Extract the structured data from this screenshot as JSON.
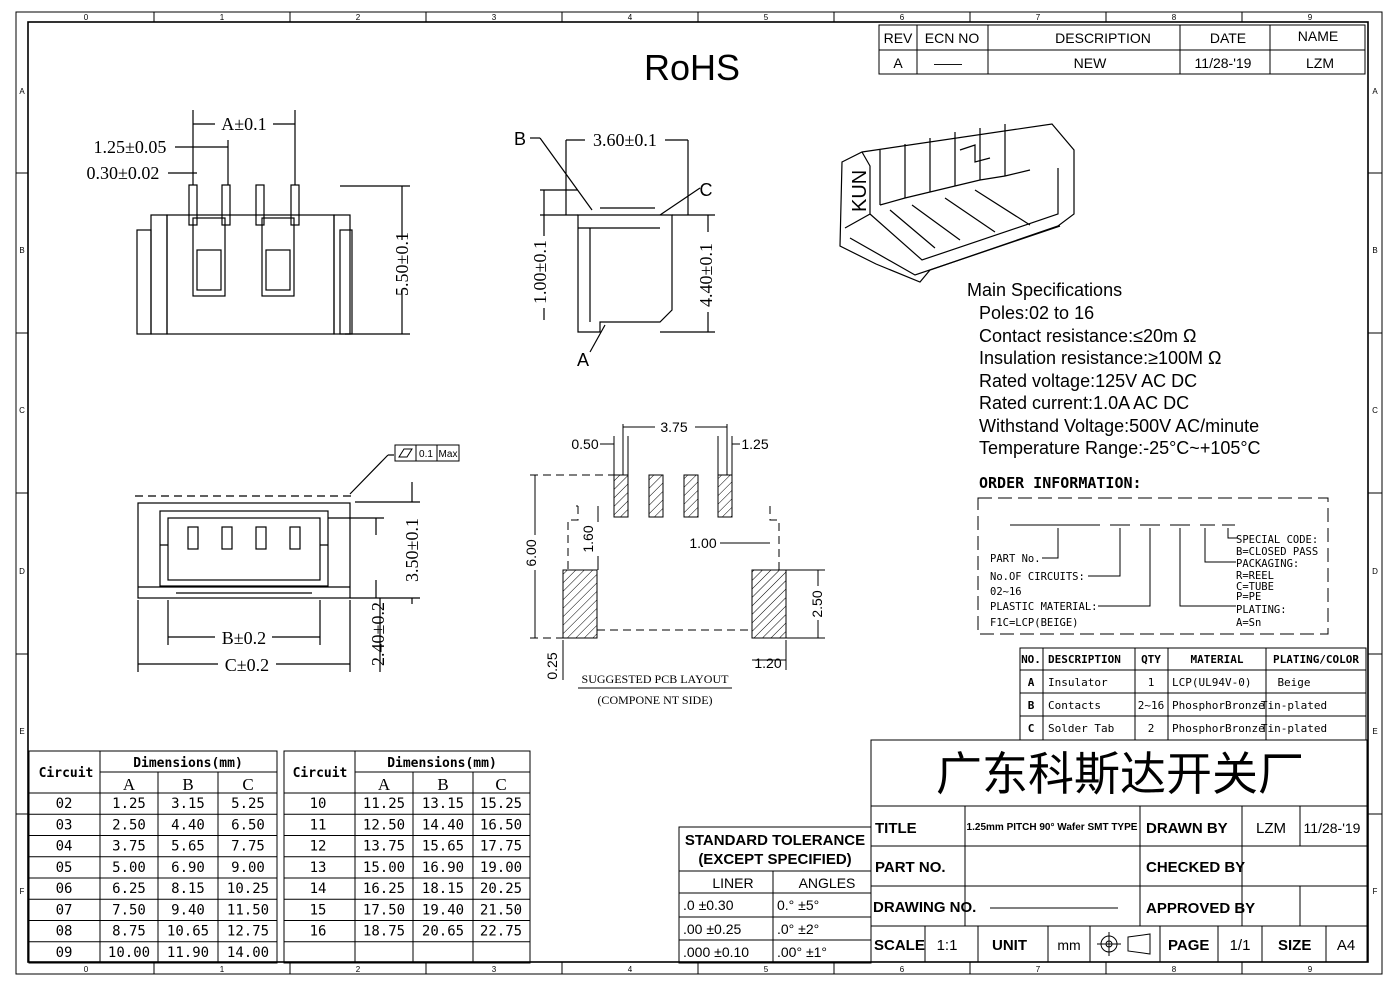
{
  "frame": {
    "col_marks": [
      "0",
      "1",
      "2",
      "3",
      "4",
      "5",
      "6",
      "7",
      "8",
      "9"
    ],
    "row_marks": [
      "A",
      "B",
      "C",
      "D",
      "E",
      "F"
    ]
  },
  "heading": "RoHS",
  "revision": {
    "headers": [
      "REV",
      "ECN NO",
      "DESCRIPTION",
      "DATE",
      "NAME"
    ],
    "row": [
      "A",
      "——",
      "NEW",
      "11/28-'19",
      "LZM"
    ]
  },
  "dims": {
    "top_a": "A±0.1",
    "top_pitch": "1.25±0.05",
    "top_width": "0.30±0.02",
    "top_height": "5.50±0.1",
    "side_b": "B",
    "side_c": "C",
    "side_a": "A",
    "side_width": "3.60±0.1",
    "side_left": "1.00±0.1",
    "side_right": "4.40±0.1",
    "flat_sym": "0.1",
    "flat_max": "Max",
    "front_h1": "3.50±0.1",
    "front_h2": "2.40±0.2",
    "front_b": "B±0.2",
    "front_c": "C±0.2",
    "pcb_375": "3.75",
    "pcb_050": "0.50",
    "pcb_125": "1.25",
    "pcb_600": "6.00",
    "pcb_160": "1.60",
    "pcb_100": "1.00",
    "pcb_250": "2.50",
    "pcb_025": "0.25",
    "pcb_120": "1.20",
    "pcb_caption1": "SUGGESTED PCB LAYOUT",
    "pcb_caption2": "(COMPONE NT SIDE)"
  },
  "iso_brand": "KUN",
  "specs": {
    "title": "Main Specifications",
    "lines": [
      "Poles:02 to 16",
      "Contact resistance:≤20m Ω",
      "Insulation resistance:≥100M Ω",
      "Rated voltage:125V AC DC",
      "Rated current:1.0A AC DC",
      "Withstand Voltage:500V AC/minute",
      "Temperature Range:-25°C~+105°C"
    ]
  },
  "order": {
    "title": "ORDER INFORMATION:",
    "left": [
      "PART No.",
      "No.OF CIRCUITS:",
      "02~16",
      "PLASTIC MATERIAL:",
      "F1C=LCP(BEIGE)"
    ],
    "right": [
      "SPECIAL CODE:",
      "B=CLOSED PASS",
      "PACKAGING:",
      "R=REEL",
      "C=TUBE",
      "P=PE",
      "PLATING:",
      "A=Sn"
    ]
  },
  "materials": {
    "headers": [
      "NO.",
      "DESCRIPTION",
      "QTY",
      "MATERIAL",
      "PLATING/COLOR"
    ],
    "rows": [
      [
        "A",
        "Insulator",
        "1",
        "LCP(UL94V-0)",
        "Beige"
      ],
      [
        "B",
        "Contacts",
        "2~16",
        "PhosphorBronze",
        "Tin-plated"
      ],
      [
        "C",
        "Solder Tab",
        "2",
        "PhosphorBronze",
        "Tin-plated"
      ]
    ]
  },
  "dim_table": {
    "circuit_label": "Circuit",
    "dim_label": "Dimensions(mm)",
    "cols": [
      "A",
      "B",
      "C"
    ],
    "left": [
      [
        "02",
        "1.25",
        "3.15",
        "5.25"
      ],
      [
        "03",
        "2.50",
        "4.40",
        "6.50"
      ],
      [
        "04",
        "3.75",
        "5.65",
        "7.75"
      ],
      [
        "05",
        "5.00",
        "6.90",
        "9.00"
      ],
      [
        "06",
        "6.25",
        "8.15",
        "10.25"
      ],
      [
        "07",
        "7.50",
        "9.40",
        "11.50"
      ],
      [
        "08",
        "8.75",
        "10.65",
        "12.75"
      ],
      [
        "09",
        "10.00",
        "11.90",
        "14.00"
      ]
    ],
    "right": [
      [
        "10",
        "11.25",
        "13.15",
        "15.25"
      ],
      [
        "11",
        "12.50",
        "14.40",
        "16.50"
      ],
      [
        "12",
        "13.75",
        "15.65",
        "17.75"
      ],
      [
        "13",
        "15.00",
        "16.90",
        "19.00"
      ],
      [
        "14",
        "16.25",
        "18.15",
        "20.25"
      ],
      [
        "15",
        "17.50",
        "19.40",
        "21.50"
      ],
      [
        "16",
        "18.75",
        "20.65",
        "22.75"
      ]
    ]
  },
  "tolerance": {
    "title1": "STANDARD TOLERANCE",
    "title2": "(EXCEPT  SPECIFIED)",
    "head": [
      "LINER",
      "ANGLES"
    ],
    "rows": [
      [
        ".0  ±0.30",
        "0.°  ±5°"
      ],
      [
        ".00  ±0.25",
        ".0°  ±2°"
      ],
      [
        ".000 ±0.10",
        ".00° ±1°"
      ]
    ]
  },
  "title_block": {
    "company": "广东科斯达开关厂",
    "title_label": "TITLE",
    "title_value": "1.25mm PITCH 90° Wafer SMT TYPE",
    "drawn_label": "DRAWN BY",
    "drawn_name": "LZM",
    "drawn_date": "11/28-'19",
    "part_label": "PART NO.",
    "checked_label": "CHECKED BY",
    "drawing_label": "DRAWING NO.",
    "approved_label": "APPROVED BY",
    "scale_label": "SCALE",
    "scale_value": "1:1",
    "unit_label": "UNIT",
    "unit_value": "mm",
    "page_label": "PAGE",
    "page_value": "1/1",
    "size_label": "SIZE",
    "size_value": "A4"
  }
}
